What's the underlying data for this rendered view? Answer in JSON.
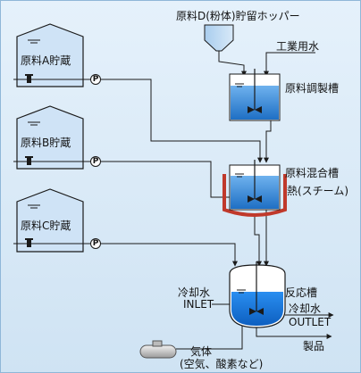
{
  "labels": {
    "hopper": "原料D(粉体)貯留ホッパー",
    "industrial_water": "工業用水",
    "tank_a": "原料A貯蔵",
    "tank_b": "原料B貯蔵",
    "tank_c": "原料C貯蔵",
    "prep_tank": "原料調製槽",
    "mix_tank": "原料混合槽",
    "heat": "熱(スチーム)",
    "reactor": "反応槽",
    "cooling_in_line1": "冷却水",
    "cooling_in_line2": "INLET",
    "cooling_out_line1": "冷却水",
    "cooling_out_line2": "OUTLET",
    "product": "製品",
    "gas_line1": "気体",
    "gas_line2": "(空気、酸素など)",
    "pump_symbol": "P"
  },
  "colors": {
    "background": "#dbe9f6",
    "tank_fill": "#cfe3f6",
    "tank_stroke": "#1a1a1a",
    "liquid": "#2f86d8",
    "liquid_dark": "#1a63b8",
    "reactor_liquid": "#1f7fe0",
    "heat_jacket": "#c0392b",
    "pipe": "#1a1a1a"
  },
  "icons": [
    "pump-icon",
    "valve-icon",
    "agitator-icon",
    "hopper-icon",
    "gas-cylinder-icon"
  ]
}
